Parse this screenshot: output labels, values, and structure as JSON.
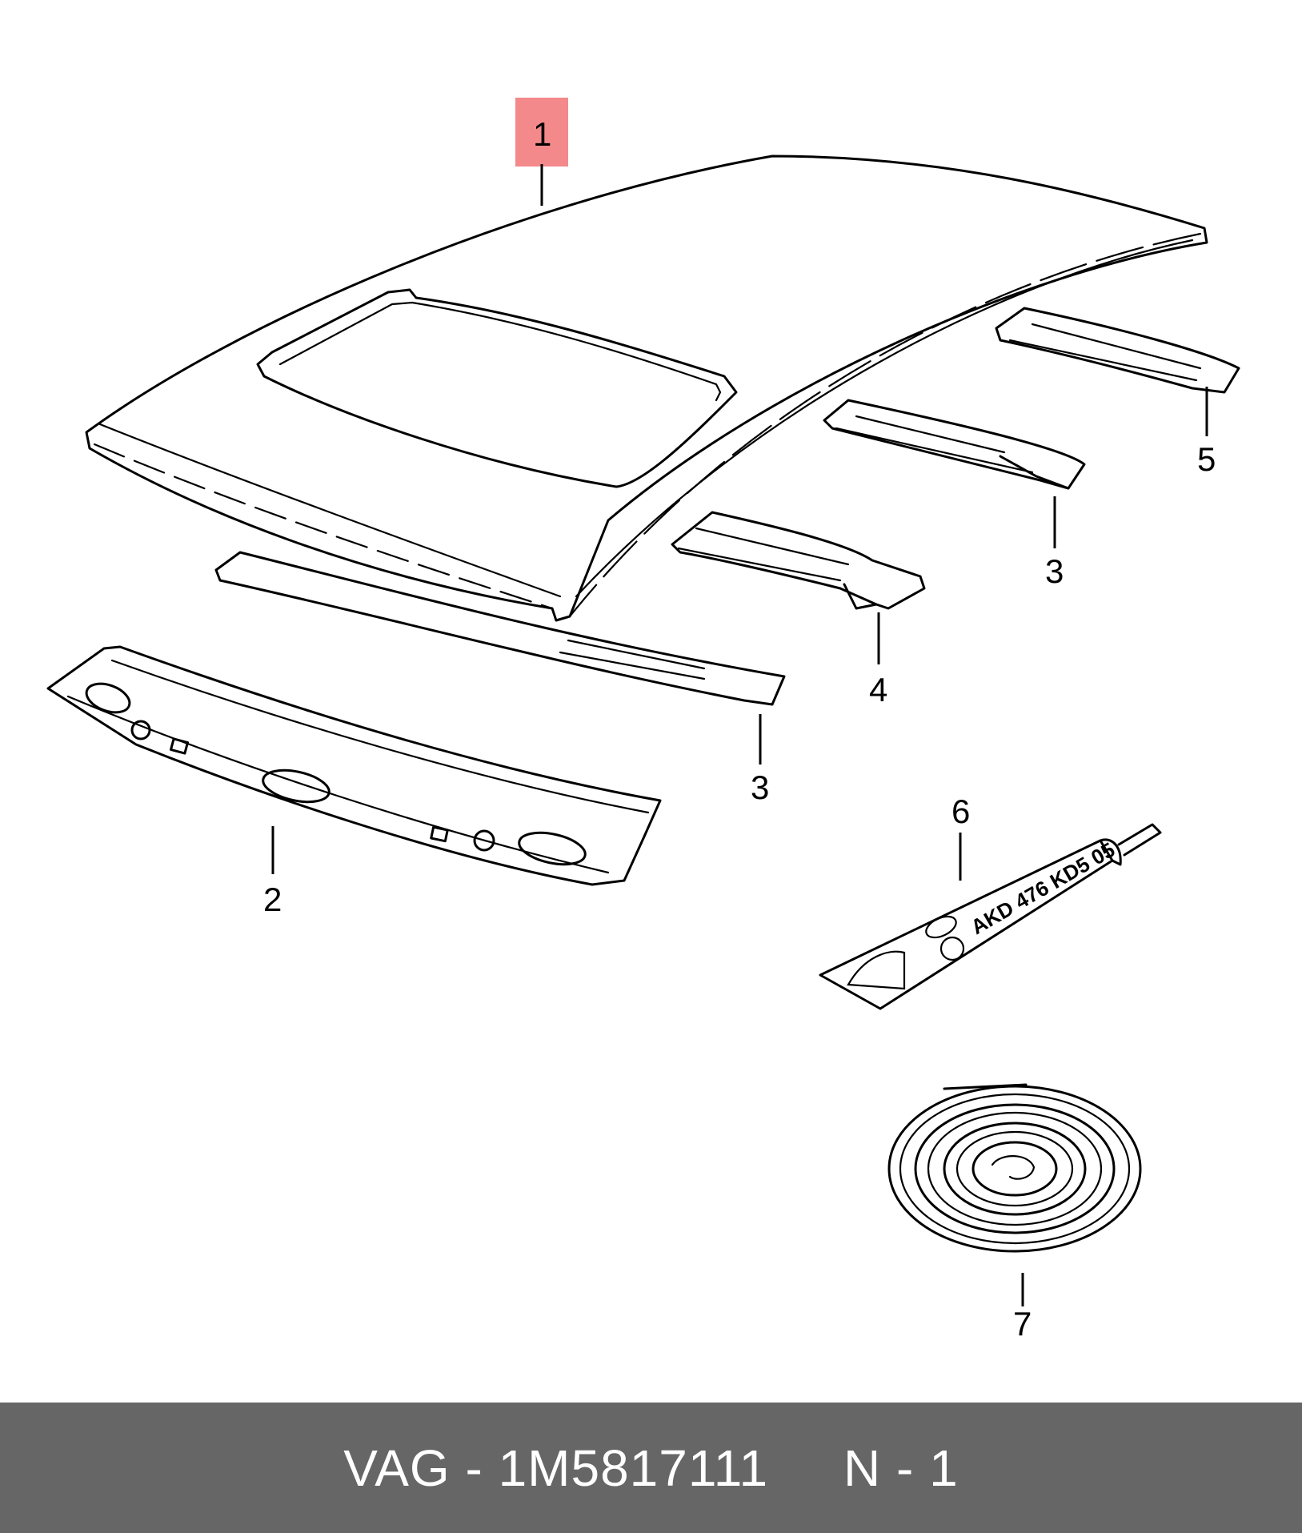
{
  "diagram": {
    "callouts": [
      {
        "id": "c1",
        "label": "1",
        "highlighted": true
      },
      {
        "id": "c2",
        "label": "2"
      },
      {
        "id": "c3a",
        "label": "3"
      },
      {
        "id": "c3b",
        "label": "3"
      },
      {
        "id": "c4",
        "label": "4"
      },
      {
        "id": "c5",
        "label": "5"
      },
      {
        "id": "c6",
        "label": "6"
      },
      {
        "id": "c7",
        "label": "7"
      }
    ],
    "tube_marking": "AKD 476 KD5 05",
    "highlight_color": "#f4898c"
  },
  "footer": {
    "text": "VAG - 1M5817111     N - 1",
    "background": "#666666",
    "color": "#ffffff"
  }
}
